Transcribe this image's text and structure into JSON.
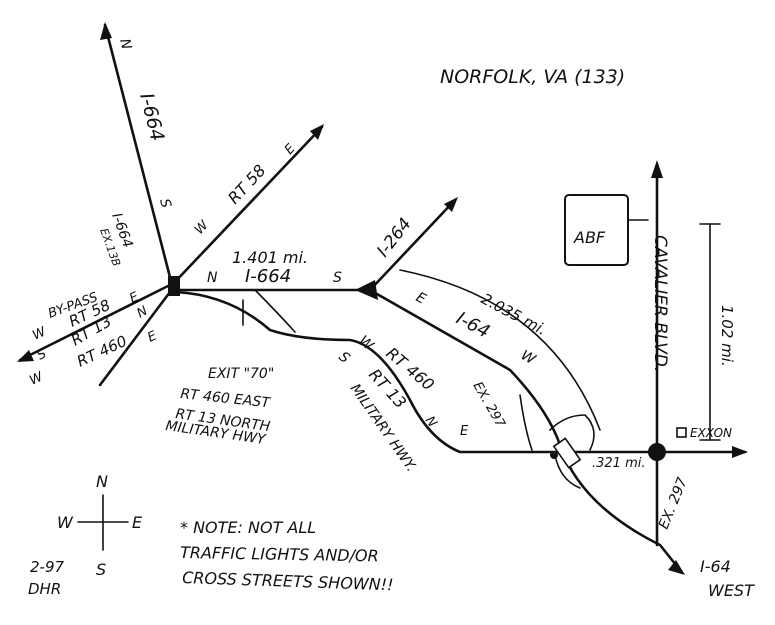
{
  "map": {
    "title": "NORFOLK, VA (133)",
    "roads": {
      "i664_north": "I-664",
      "i664_n_dir": "N",
      "i664_s_dir": "S",
      "rt58": "RT 58",
      "rt58_w": "W",
      "rt58_e": "E",
      "i264": "I-264",
      "i664_mid": "I-664",
      "i664_mid_n": "N",
      "i664_mid_s": "S",
      "i64": "I-64",
      "i64_e": "E",
      "i64_w": "W",
      "rt460_lower": "RT 460",
      "rt460_w": "W",
      "rt460_e": "E",
      "rt13_lower": "RT 13",
      "rt13_s": "S",
      "rt13_n": "N",
      "military_hwy": "MILITARY HWY.",
      "cavalier_blvd": "CAVALIER BLVD.",
      "i64_west": "I-64",
      "i64_west_word": "WEST"
    },
    "exit_labels": {
      "i664_exit": "I-664",
      "i664_exit_num": "EX.13B",
      "ex297_upper": "EX. 297",
      "ex297_lower": "EX. 297"
    },
    "left_labels": {
      "bypass": "BY-PASS",
      "bypass_rt58": "RT 58",
      "bypass_w": "W",
      "bypass_e": "E",
      "rt13": "RT 13",
      "rt13_s": "S",
      "rt13_n": "N",
      "rt460": "RT 460",
      "rt460_w": "W",
      "rt460_e": "E"
    },
    "exit70": {
      "line1": "EXIT \"70\"",
      "line2": "RT 460 EAST",
      "line3": "RT 13 NORTH",
      "line4": "MILITARY HWY"
    },
    "distances": {
      "d1": "1.401 mi.",
      "d2": "2.035 mi.",
      "d3": "1.02 mi.",
      "d4": ".321 mi."
    },
    "places": {
      "abf": "ABF",
      "exxon": "EXXON"
    },
    "compass": {
      "n": "N",
      "s": "S",
      "e": "E",
      "w": "W"
    },
    "note": {
      "line1": "* NOTE: NOT ALL",
      "line2": "TRAFFIC LIGHTS AND/OR",
      "line3": "CROSS STREETS SHOWN!!"
    },
    "signature": {
      "date": "2-97",
      "initials": "DHR"
    }
  }
}
